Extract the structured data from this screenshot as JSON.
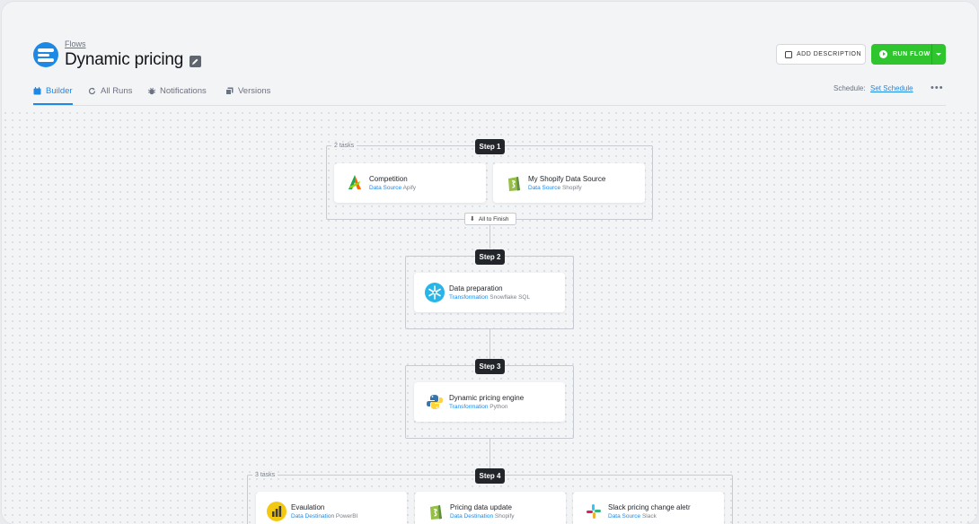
{
  "header": {
    "breadcrumb": "Flows",
    "title": "Dynamic pricing",
    "add_description": "ADD DESCRIPTION",
    "run_flow": "RUN FLOW"
  },
  "tabs": [
    {
      "label": "Builder",
      "icon": "calendar-icon",
      "active": true
    },
    {
      "label": "All Runs",
      "icon": "refresh-icon",
      "active": false
    },
    {
      "label": "Notifications",
      "icon": "bug-icon",
      "active": false
    },
    {
      "label": "Versions",
      "icon": "layers-icon",
      "active": false
    }
  ],
  "schedule": {
    "label": "Schedule:",
    "link": "Set Schedule"
  },
  "more": "•••",
  "colors": {
    "accent": "#1e88e5",
    "run": "#2ec52e",
    "badge": "#22262b"
  },
  "flow": {
    "all_to_finish": "All to Finish",
    "steps": [
      {
        "label": "Step 1",
        "tasks_count": "2 tasks",
        "tasks": [
          {
            "name": "Competition",
            "type": "Data Source",
            "tool": "Apify",
            "icon": "apify-icon"
          },
          {
            "name": "My Shopify Data Source",
            "type": "Data Source",
            "tool": "Shopify",
            "icon": "shopify-icon"
          }
        ]
      },
      {
        "label": "Step 2",
        "tasks": [
          {
            "name": "Data preparation",
            "type": "Transformation",
            "tool": "Snowflake SQL",
            "icon": "snowflake-icon"
          }
        ]
      },
      {
        "label": "Step 3",
        "tasks": [
          {
            "name": "Dynamic pricing engine",
            "type": "Transformation",
            "tool": "Python",
            "icon": "python-icon"
          }
        ]
      },
      {
        "label": "Step 4",
        "tasks_count": "3 tasks",
        "tasks": [
          {
            "name": "Evaulation",
            "type": "Data Destination",
            "tool": "PowerBI",
            "icon": "powerbi-icon"
          },
          {
            "name": "Pricing data update",
            "type": "Data Destination",
            "tool": "Shopify",
            "icon": "shopify-icon"
          },
          {
            "name": "Slack pricing change aletr",
            "type": "Data Source",
            "tool": "Slack",
            "icon": "slack-icon"
          }
        ]
      }
    ]
  }
}
